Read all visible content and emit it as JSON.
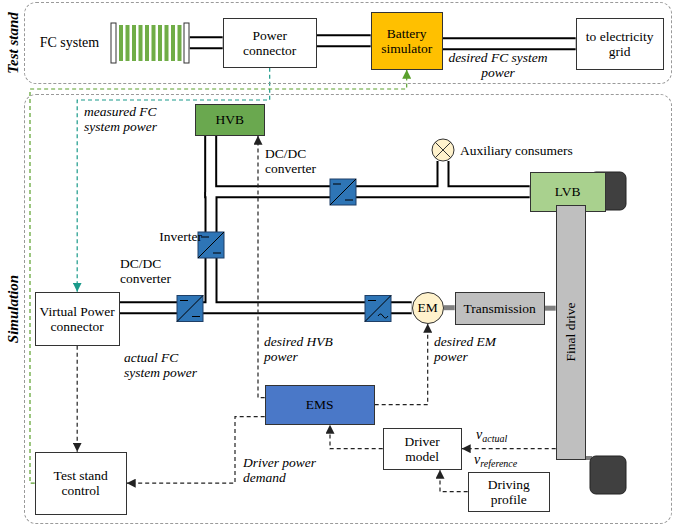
{
  "diagram": {
    "nodes": [
      {
        "text": [
          "Test stand"
        ]
      },
      {
        "text": [
          "FC system"
        ],
        "in": 0
      },
      {
        "text": [
          "Power connector"
        ],
        "in": 0
      },
      {
        "text": [
          "Battery simulator"
        ],
        "in": 0
      },
      {
        "text": [
          "to electricity grid"
        ],
        "in": 0
      },
      {
        "text": [
          "Simulation"
        ]
      },
      {
        "text": [
          "HVB"
        ],
        "in": 5
      },
      {
        "text": [
          "LVB"
        ],
        "in": 5
      },
      {
        "text": [
          "Virtual Power connector"
        ],
        "in": 5
      },
      {
        "text": [
          "EM"
        ],
        "in": 5
      },
      {
        "text": [
          "Transmission"
        ],
        "in": 5
      },
      {
        "text": [
          "Final drive"
        ],
        "in": 5
      },
      {
        "text": [
          "EMS"
        ],
        "in": 5
      },
      {
        "text": [
          "Driver model"
        ],
        "in": 5
      },
      {
        "text": [
          "Driving profile"
        ],
        "in": 5
      },
      {
        "text": [
          "Test stand control"
        ],
        "in": 5
      }
    ],
    "edges": [
      {
        "from": 1,
        "to": 2,
        "arrow": "none"
      },
      {
        "from": 2,
        "to": 3,
        "arrow": "none"
      },
      {
        "from": 3,
        "to": 4,
        "arrow": "none"
      },
      {
        "from": 6,
        "to": 7,
        "arrow": "none"
      },
      {
        "from": 8,
        "to": 9,
        "arrow": "none"
      },
      {
        "from": 9,
        "to": 10,
        "arrow": "none"
      },
      {
        "from": 10,
        "to": 11,
        "arrow": "none"
      },
      {
        "from": 2,
        "to": 8,
        "arrow": "to"
      },
      {
        "from": 8,
        "to": 15,
        "arrow": "to"
      },
      {
        "from": 15,
        "to": 3,
        "arrow": "to"
      },
      {
        "from": 12,
        "to": 6,
        "arrow": "to"
      },
      {
        "from": 12,
        "to": 9,
        "arrow": "to"
      },
      {
        "from": 12,
        "to": 15,
        "arrow": "to"
      },
      {
        "from": 13,
        "to": 12,
        "arrow": "to"
      },
      {
        "from": 14,
        "to": 13,
        "arrow": "to"
      },
      {
        "from": 11,
        "to": 13,
        "arrow": "to"
      }
    ],
    "labels": [
      "measured FC system power",
      "desired FC system power",
      "DC/DC converter",
      "Auxiliary consumers",
      "Inverter",
      "DC/DC converter",
      "actual FC system power",
      "desired HVB power",
      "desired EM power",
      "Driver power demand",
      "vactual",
      "vreference"
    ]
  }
}
